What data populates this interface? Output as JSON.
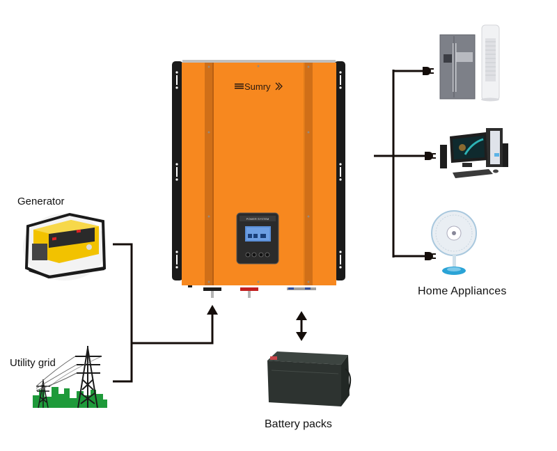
{
  "diagram": {
    "brand": "Sumry",
    "nodes": {
      "generator": {
        "label": "Generator"
      },
      "utility_grid": {
        "label": "Utility grid"
      },
      "inverter": {
        "label": "Sumry",
        "display_text": "POWER SYSTEM"
      },
      "battery": {
        "label": "Battery packs"
      },
      "appliances": {
        "label": "Home Appliances",
        "items": [
          "refrigerator",
          "tower air conditioner",
          "desktop computer",
          "electric fan"
        ]
      }
    },
    "connections": [
      {
        "from": "generator",
        "to": "inverter",
        "direction": "one-way"
      },
      {
        "from": "utility_grid",
        "to": "inverter",
        "direction": "one-way"
      },
      {
        "from": "inverter",
        "to": "battery",
        "direction": "two-way"
      },
      {
        "from": "inverter",
        "to": "appliances",
        "direction": "one-way"
      }
    ],
    "colors": {
      "inverter_body": "#F7881F",
      "inverter_rail": "#D06F18",
      "bracket": "#1a1a1a",
      "line": "#140d0a",
      "grid_green": "#1e9a3a"
    }
  }
}
